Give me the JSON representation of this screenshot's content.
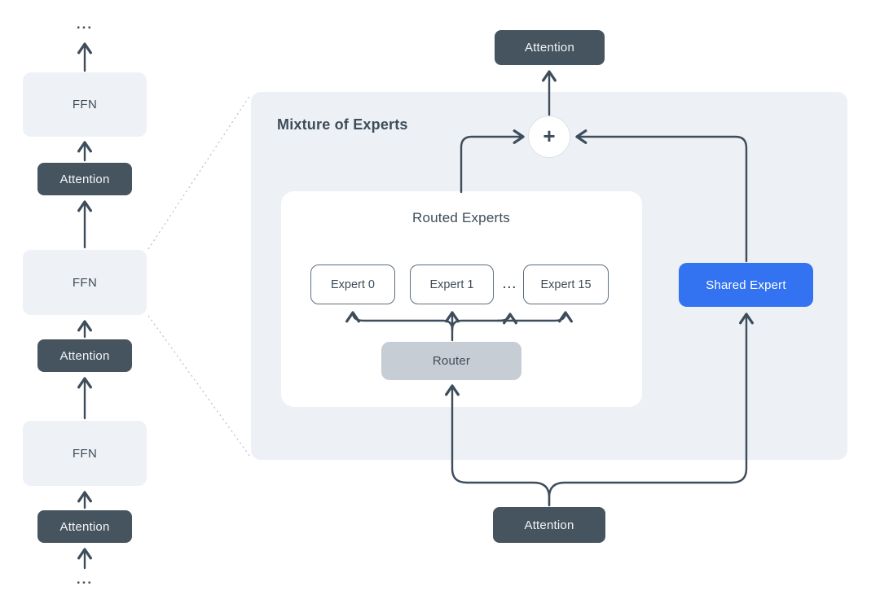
{
  "colors": {
    "dark_slate": "#46545f",
    "light_block": "#eef1f5",
    "panel": "#edf1f5",
    "shared_expert_blue": "#3372f0",
    "router_gray": "#c7cdd5",
    "wire": "#3e4d5b"
  },
  "left_stack": {
    "top_ellipsis": "...",
    "bottom_ellipsis": "...",
    "blocks": [
      {
        "label": "FFN"
      },
      {
        "label": "Attention"
      },
      {
        "label": "FFN"
      },
      {
        "label": "Attention"
      },
      {
        "label": "FFN"
      },
      {
        "label": "Attention"
      }
    ]
  },
  "moe": {
    "title": "Mixture of Experts",
    "attention_top": "Attention",
    "attention_bottom": "Attention",
    "plus": "+",
    "shared_expert": "Shared Expert",
    "routed": {
      "title": "Routed Experts",
      "experts": [
        "Expert 0",
        "Expert 1",
        "Expert 15"
      ],
      "ellipsis": "...",
      "router": "Router"
    }
  }
}
